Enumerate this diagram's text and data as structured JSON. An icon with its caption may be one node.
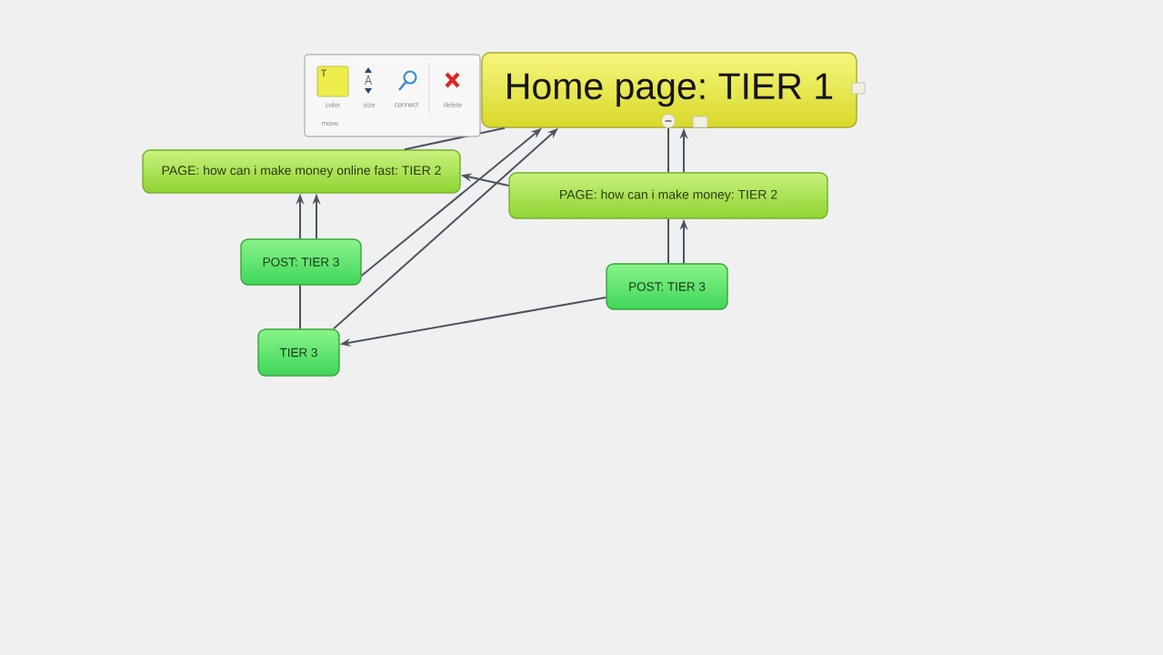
{
  "diagram": {
    "nodes": [
      {
        "text": [
          "Home page: TIER 1"
        ]
      },
      {
        "text": [
          "PAGE: how can i make money online fast: TIER 2"
        ]
      },
      {
        "text": [
          "PAGE: how can i make money: TIER 2"
        ]
      },
      {
        "text": [
          "POST: TIER 3"
        ]
      },
      {
        "text": [
          "POST: TIER 3"
        ]
      },
      {
        "text": [
          "TIER 3"
        ]
      }
    ],
    "edges": [
      {
        "from": 1,
        "to": 0,
        "arrow": "none"
      },
      {
        "from": 5,
        "to": 3,
        "arrow": "none"
      },
      {
        "from": 3,
        "to": 1,
        "arrow": "to"
      },
      {
        "from": 3,
        "to": 1,
        "arrow": "to"
      },
      {
        "from": 3,
        "to": 0,
        "arrow": "to"
      },
      {
        "from": 5,
        "to": 0,
        "arrow": "to"
      },
      {
        "from": 2,
        "to": 1,
        "arrow": "to"
      },
      {
        "from": 2,
        "to": 0,
        "arrow": "none"
      },
      {
        "from": 2,
        "to": 0,
        "arrow": "to"
      },
      {
        "from": 4,
        "to": 2,
        "arrow": "none"
      },
      {
        "from": 4,
        "to": 2,
        "arrow": "to"
      },
      {
        "from": 4,
        "to": 5,
        "arrow": "to"
      }
    ],
    "labels": [
      "color",
      "size",
      "connect",
      "delete",
      "move"
    ]
  }
}
